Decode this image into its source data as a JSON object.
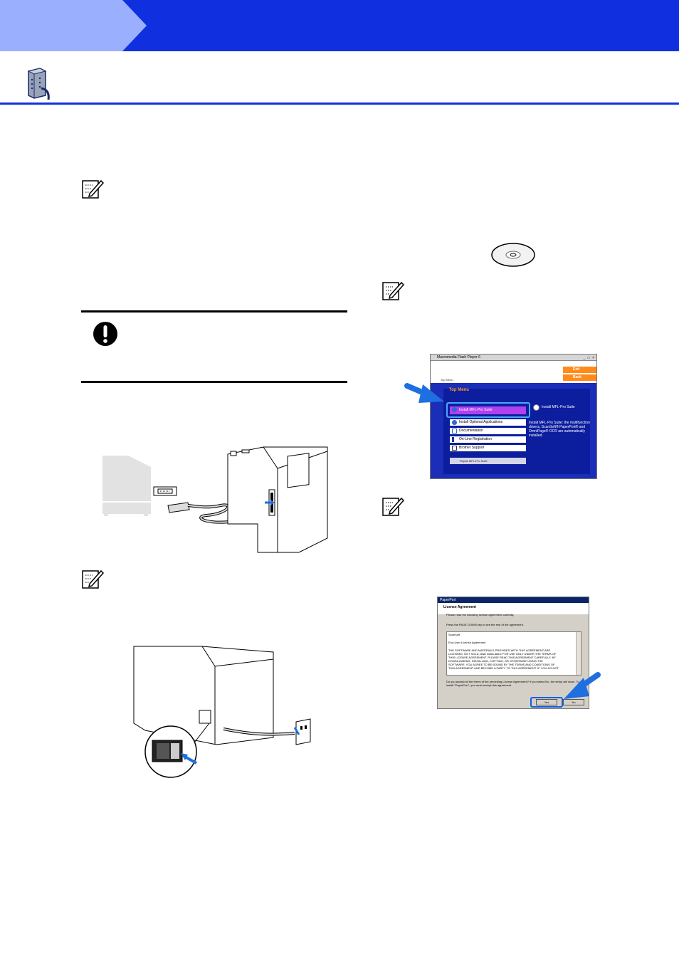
{
  "flash_window": {
    "title": "Macromedia Flash Player 6",
    "controls": "_ □ ×",
    "breadcrumb": "Top Menu",
    "exit_label": "Exit",
    "back_label": "Back",
    "heading": "Top Menu",
    "menu_items": [
      "Install MFL-Pro Suite",
      "Install Optional Applications",
      "Documentation",
      "On-Line Registration",
      "Brother Support"
    ],
    "side_title": "Install MFL-Pro Suite",
    "side_description": "Install MFL-Pro Suite: the multifunction drivers, ScanSoft® PaperPort® and OmniPage® OCR are automatically installed.",
    "bottom_item": "Repair MFL-Pro Suite"
  },
  "license_dialog": {
    "title": "PaperPort",
    "header": "License Agreement",
    "instruction_1": "Please read the following license agreement carefully.",
    "instruction_2": "Press the PAGE DOWN key to see the rest of the agreement.",
    "text_lines": [
      "ScanSoft",
      "End-User License Agreement",
      "THE SOFTWARE AND MATERIALS PROVIDED WITH THIS AGREEMENT ARE",
      "LICENSED, NOT SOLD, AND AVAILABLE FOR USE ONLY UNDER THE TERMS OF",
      "THIS LICENSE AGREEMENT. PLEASE READ THIS AGREEMENT CAREFULLY. BY",
      "DOWNLOADING, INSTALLING, COPYING, OR OTHERWISE USING THE",
      "SOFTWARE, YOU AGREE TO BE BOUND BY THE TERMS AND CONDITIONS OF",
      "THIS AGREEMENT AND BECOME A PARTY TO THIS AGREEMENT. IF YOU DO NOT"
    ],
    "question": "Do you accept all the terms of the preceding License Agreement? If you select No, the setup will close. To install \"PaperPort\", you must accept this agreement.",
    "yes_label": "Yes",
    "no_label": "No"
  },
  "colors": {
    "header_blue": "#1030e0",
    "tab_light_blue": "#9ab0ff",
    "arrow_blue": "#1e6fe0"
  },
  "icons": [
    "parallel-connector-icon",
    "note-pencil-icon",
    "caution-icon",
    "cd-rom-icon",
    "pointer-arrow-icon"
  ]
}
